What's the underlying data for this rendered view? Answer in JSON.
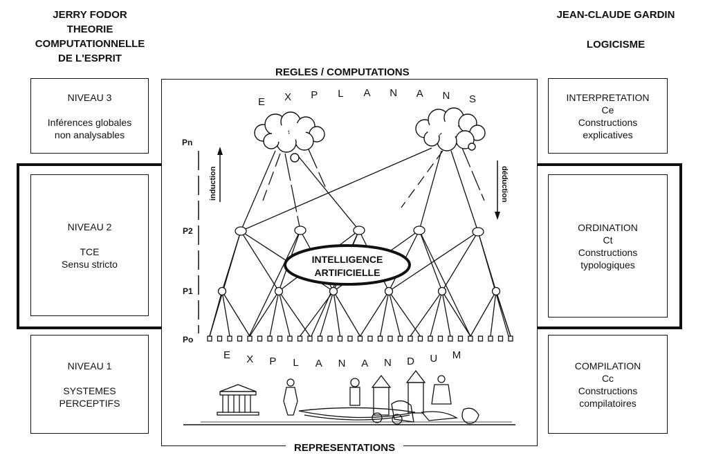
{
  "left_header": {
    "lines": [
      "JERRY FODOR",
      "THEORIE",
      "COMPUTATIONNELLE",
      "DE L'ESPRIT"
    ]
  },
  "right_header": {
    "title": "JEAN-CLAUDE GARDIN",
    "subtitle": "LOGICISME"
  },
  "left_column": [
    {
      "heading": "NIVEAU 3",
      "lines": [
        "Inférences globales",
        "non analysables"
      ]
    },
    {
      "heading": "NIVEAU 2",
      "lines": [
        "TCE",
        "Sensu stricto"
      ]
    },
    {
      "heading": "NIVEAU 1",
      "lines": [
        "SYSTEMES",
        "PERCEPTIFS"
      ]
    }
  ],
  "right_column": [
    {
      "lines": [
        "INTERPRETATION",
        "Ce",
        "Constructions",
        "explicatives"
      ]
    },
    {
      "lines": [
        "ORDINATION",
        "Ct",
        "Constructions",
        "typologiques"
      ]
    },
    {
      "lines": [
        "COMPILATION",
        "Cc",
        "Constructions",
        "compilatoires"
      ]
    }
  ],
  "center": {
    "top_caption": "REGLES / COMPUTATIONS",
    "bottom_caption": "REPRESENTATIONS",
    "explanans_letters": [
      "E",
      "X",
      "P",
      "L",
      "A",
      "N",
      "A",
      "N",
      "S"
    ],
    "explanandum_letters": [
      "E",
      "X",
      "P",
      "L",
      "A",
      "N",
      "A",
      "N",
      "D",
      "U",
      "M"
    ],
    "level_labels": [
      "Pn",
      "P2",
      "P1",
      "Po"
    ],
    "induction": "induction",
    "deduction": "déduction",
    "ellipse_lines": [
      "INTELLIGENCE",
      "ARTIFICIELLE"
    ]
  }
}
